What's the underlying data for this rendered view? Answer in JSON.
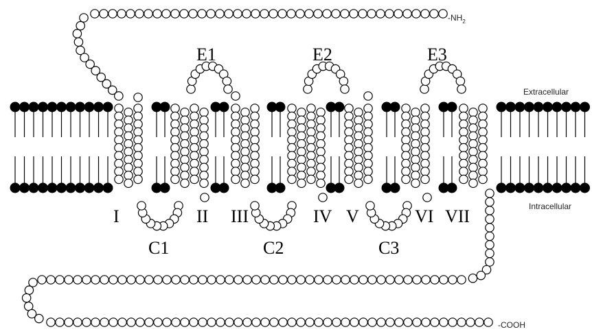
{
  "terminals": {
    "n_terminus": "-NH",
    "n_sub": "2",
    "c_terminus": "-COOH"
  },
  "sides": {
    "extracellular": "Extracellular",
    "intracellular": "Intracellular"
  },
  "tm_labels": [
    "I",
    "II",
    "III",
    "IV",
    "V",
    "VI",
    "VII"
  ],
  "extracellular_loops": [
    "E1",
    "E2",
    "E3"
  ],
  "intracellular_loops": [
    "C1",
    "C2",
    "C3"
  ],
  "colors": {
    "ink": "#000000",
    "paper": "#ffffff"
  }
}
